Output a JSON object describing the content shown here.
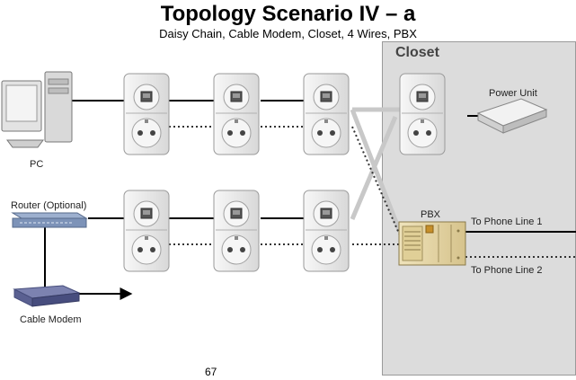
{
  "header": {
    "title": "Topology Scenario IV – a",
    "subtitle": "Daisy Chain, Cable Modem, Closet, 4 Wires, PBX"
  },
  "closet": {
    "label": "Closet"
  },
  "devices": {
    "pc": "PC",
    "router": "Router (Optional)",
    "cable_modem": "Cable Modem",
    "power_unit": "Power Unit",
    "pbx": "PBX"
  },
  "phone_lines": {
    "line1": "To Phone Line 1",
    "line2": "To Phone Line 2"
  },
  "footer": {
    "page_number": "67"
  },
  "colors": {
    "outlet_body": "#ececec",
    "pbx_body": "#e8d9a8",
    "router_body": "#7d93b8"
  }
}
